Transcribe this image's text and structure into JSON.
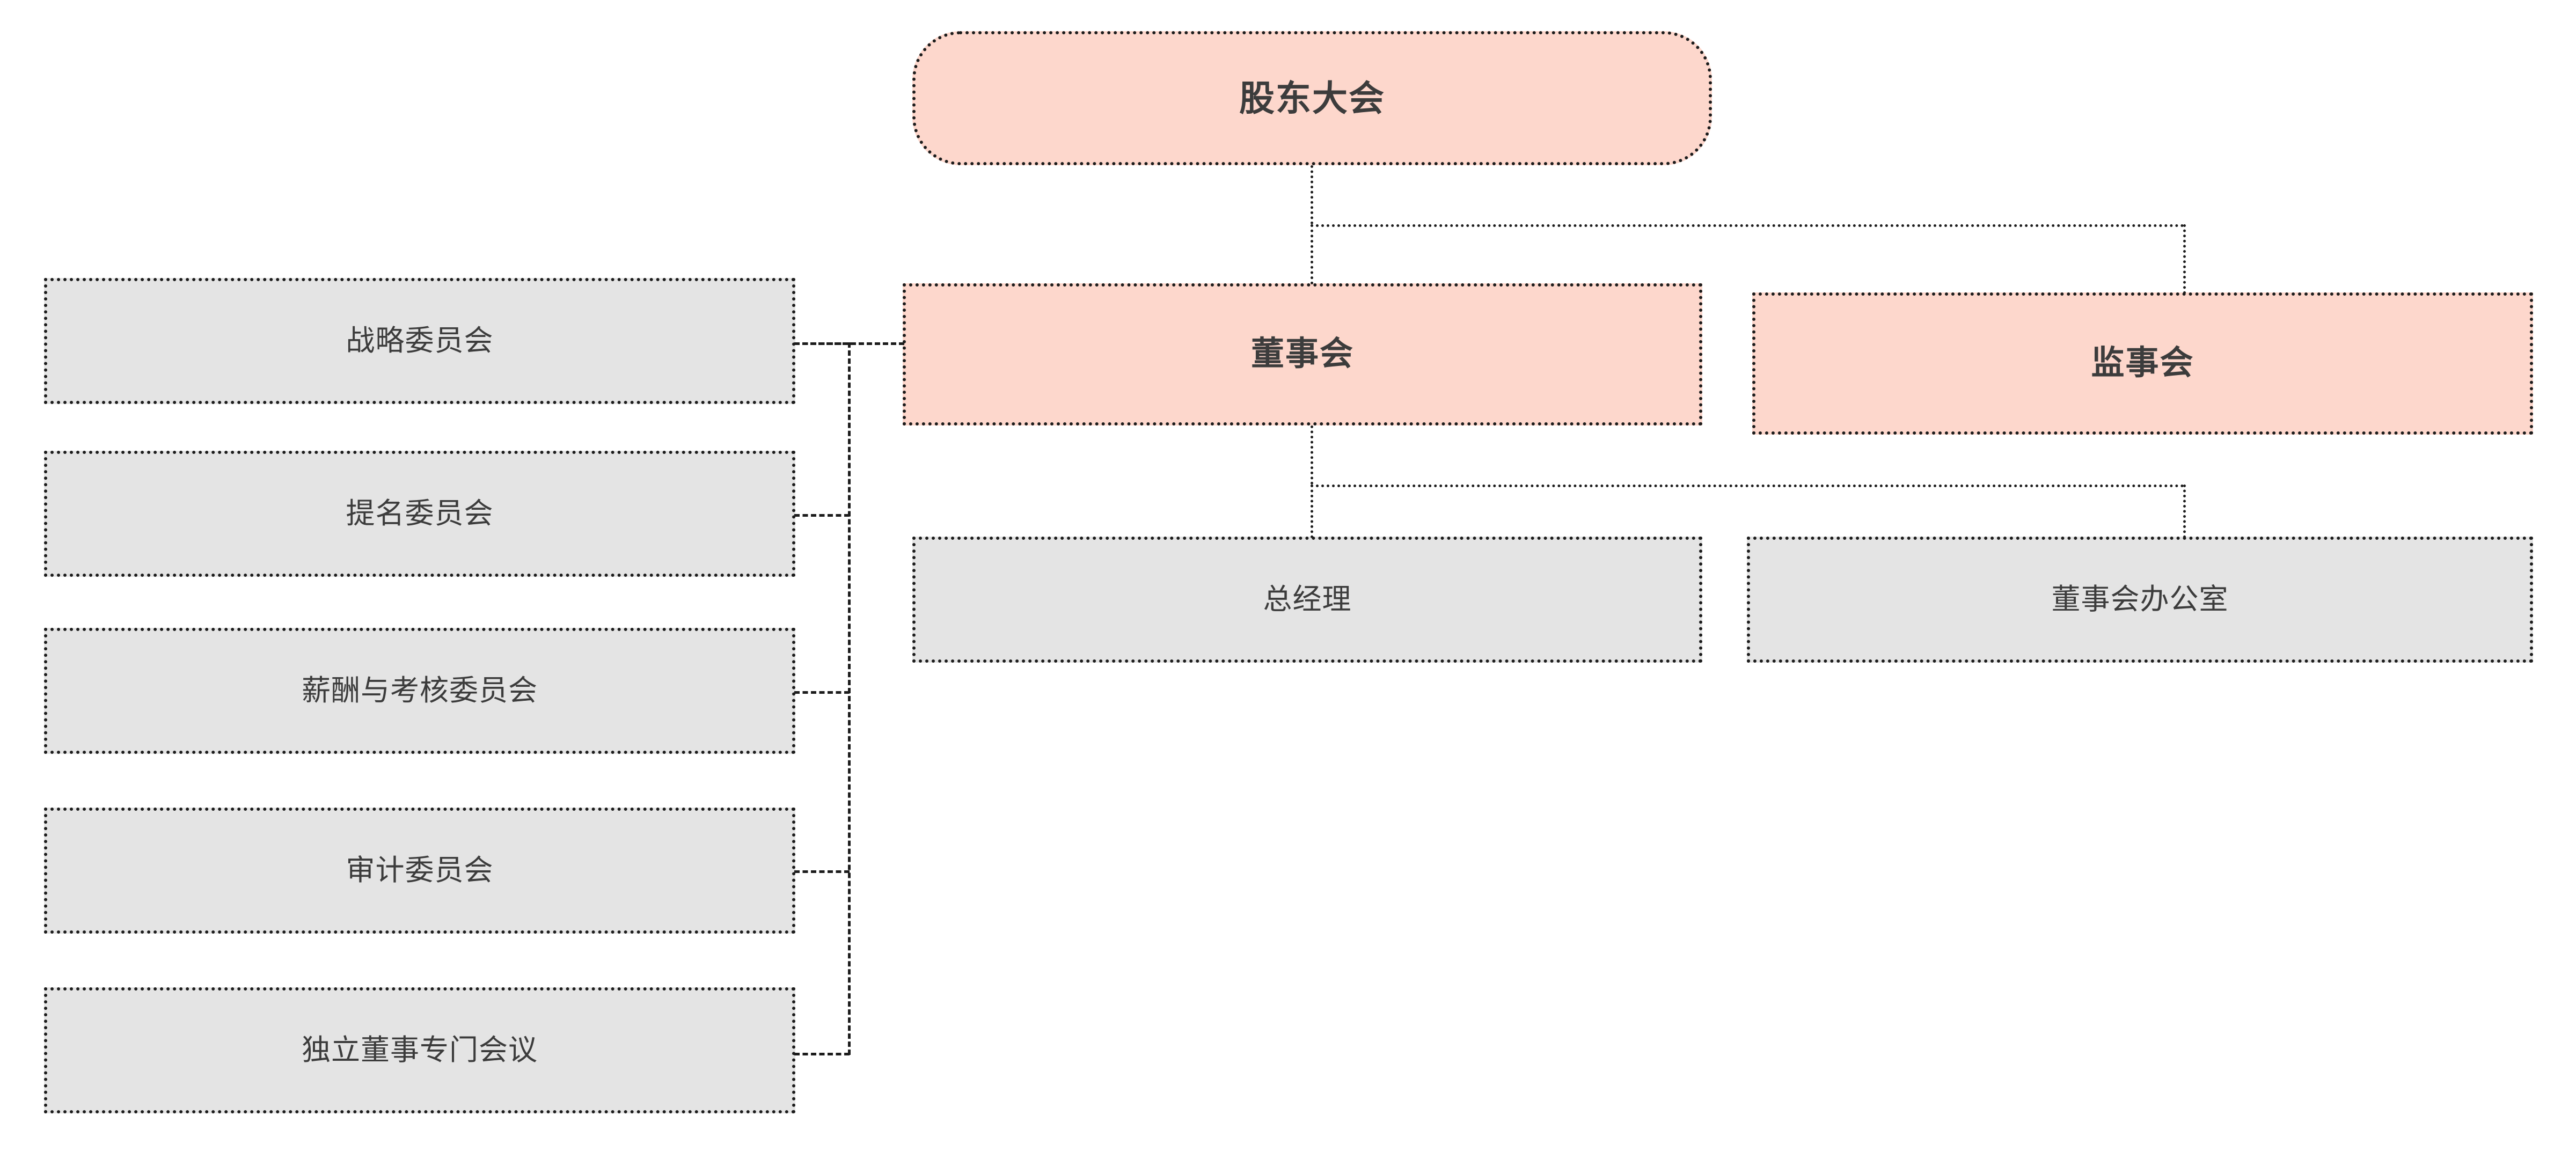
{
  "diagram": {
    "title_node": {
      "label": "股东大会"
    },
    "level2": [
      {
        "label": "董事会"
      },
      {
        "label": "监事会"
      }
    ],
    "level3": [
      {
        "label": "总经理"
      },
      {
        "label": "董事会办公室"
      }
    ],
    "committees": [
      {
        "label": "战略委员会"
      },
      {
        "label": "提名委员会"
      },
      {
        "label": "薪酬与考核委员会"
      },
      {
        "label": "审计委员会"
      },
      {
        "label": "独立董事专门会议"
      }
    ],
    "colors": {
      "primary_fill": "#fdd7cc",
      "secondary_fill": "#e4e4e4",
      "border": "#1c1c1c",
      "text": "#3c3c3c",
      "background": "#ffffff"
    }
  }
}
